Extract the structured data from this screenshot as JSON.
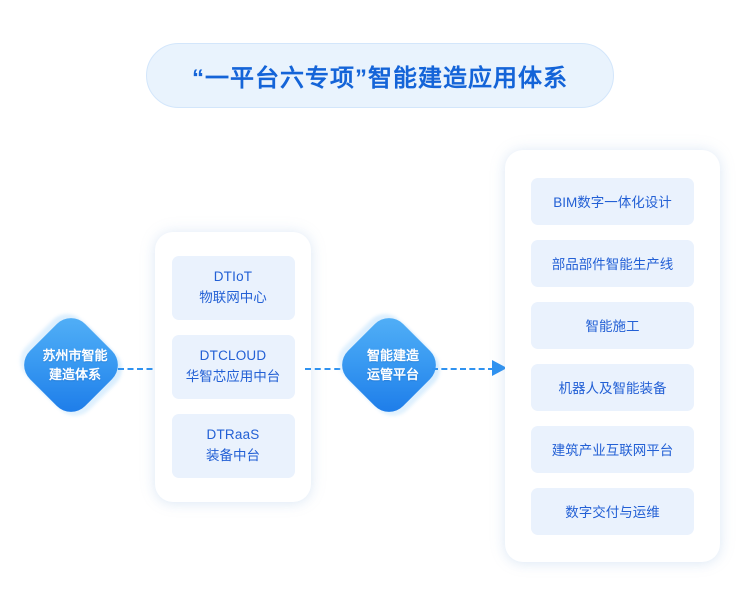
{
  "title": {
    "text": "“一平台六专项”智能建造应用体系"
  },
  "nodes": {
    "left": {
      "line1": "苏州市智能",
      "line2": "建造体系"
    },
    "middle": {
      "line1": "智能建造",
      "line2": "运管平台"
    }
  },
  "platform_panel": {
    "cards": [
      {
        "en": "DTIoT",
        "cn": "物联网中心"
      },
      {
        "en": "DTCLOUD",
        "cn": "华智芯应用中台"
      },
      {
        "en": "DTRaaS",
        "cn": "装备中台"
      }
    ]
  },
  "application_panel": {
    "cards": [
      {
        "label": "BIM数字一体化设计"
      },
      {
        "label": "部品部件智能生产线"
      },
      {
        "label": "智能施工"
      },
      {
        "label": "机器人及智能装备"
      },
      {
        "label": "建筑产业互联网平台"
      },
      {
        "label": "数字交付与运维"
      }
    ]
  },
  "connectors": [
    {
      "name": "left-to-platform",
      "style": "dashed"
    },
    {
      "name": "platform-to-operations",
      "style": "dashed"
    },
    {
      "name": "operations-to-applications",
      "style": "dashed-arrow"
    }
  ],
  "colors": {
    "accent": "#1464d8",
    "node_gradient_start": "#55b2f7",
    "node_gradient_end": "#1a79e8",
    "card_background": "#eaf2fd",
    "card_text": "#2360d5",
    "title_background": "#e9f3fd",
    "connector": "#2f92f0",
    "page_background": "#ffffff"
  }
}
